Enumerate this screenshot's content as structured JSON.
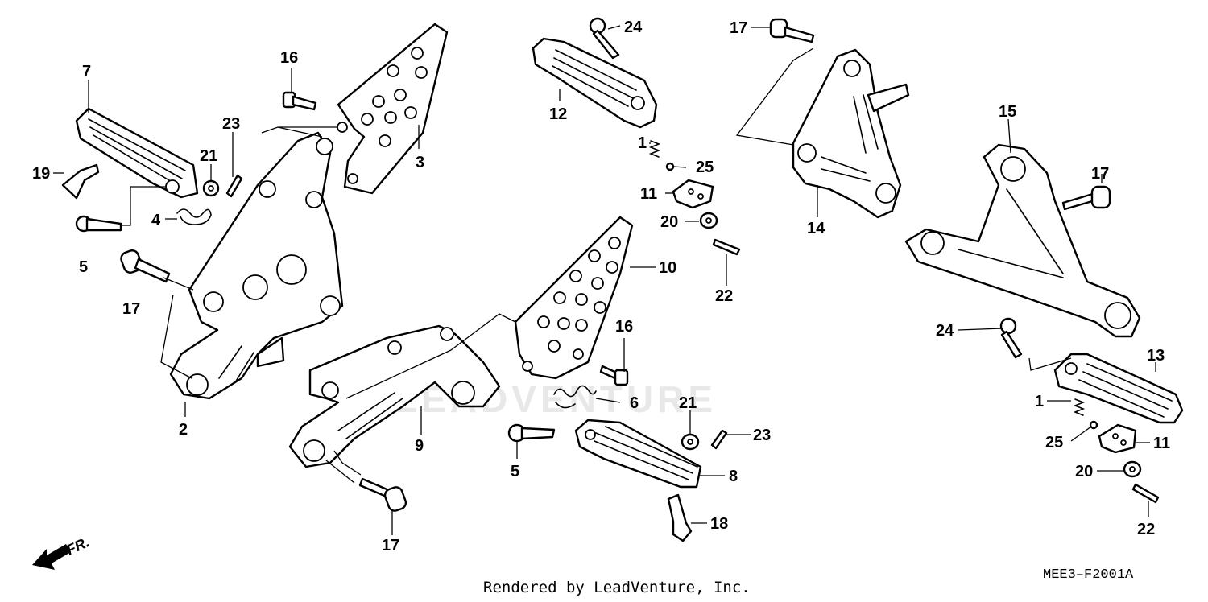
{
  "watermark": "LEADVENTURE",
  "diagram_code": "MEE3–F2001A",
  "credit": "Rendered by LeadVenture, Inc.",
  "front_arrow": {
    "label": "FR.",
    "icon": "front-direction-arrow-icon"
  },
  "callouts": [
    {
      "id": "c7a",
      "text": "7"
    },
    {
      "id": "c19",
      "text": "19"
    },
    {
      "id": "c4",
      "text": "4"
    },
    {
      "id": "c5a",
      "text": "5"
    },
    {
      "id": "c21a",
      "text": "21"
    },
    {
      "id": "c23a",
      "text": "23"
    },
    {
      "id": "c16a",
      "text": "16"
    },
    {
      "id": "c3",
      "text": "3"
    },
    {
      "id": "c17a",
      "text": "17"
    },
    {
      "id": "c2",
      "text": "2"
    },
    {
      "id": "c24a",
      "text": "24"
    },
    {
      "id": "c12",
      "text": "12"
    },
    {
      "id": "c1a",
      "text": "1"
    },
    {
      "id": "c25a",
      "text": "25"
    },
    {
      "id": "c11a",
      "text": "11"
    },
    {
      "id": "c20a",
      "text": "20"
    },
    {
      "id": "c22a",
      "text": "22"
    },
    {
      "id": "c10",
      "text": "10"
    },
    {
      "id": "c16b",
      "text": "16"
    },
    {
      "id": "c6",
      "text": "6"
    },
    {
      "id": "c9",
      "text": "9"
    },
    {
      "id": "c5b",
      "text": "5"
    },
    {
      "id": "c21b",
      "text": "21"
    },
    {
      "id": "c23b",
      "text": "23"
    },
    {
      "id": "c8",
      "text": "8"
    },
    {
      "id": "c18",
      "text": "18"
    },
    {
      "id": "c17b",
      "text": "17"
    },
    {
      "id": "c17c",
      "text": "17"
    },
    {
      "id": "c14",
      "text": "14"
    },
    {
      "id": "c15",
      "text": "15"
    },
    {
      "id": "c17d",
      "text": "17"
    },
    {
      "id": "c24b",
      "text": "24"
    },
    {
      "id": "c13",
      "text": "13"
    },
    {
      "id": "c1b",
      "text": "1"
    },
    {
      "id": "c25b",
      "text": "25"
    },
    {
      "id": "c11b",
      "text": "11"
    },
    {
      "id": "c20b",
      "text": "20"
    },
    {
      "id": "c22b",
      "text": "22"
    }
  ]
}
